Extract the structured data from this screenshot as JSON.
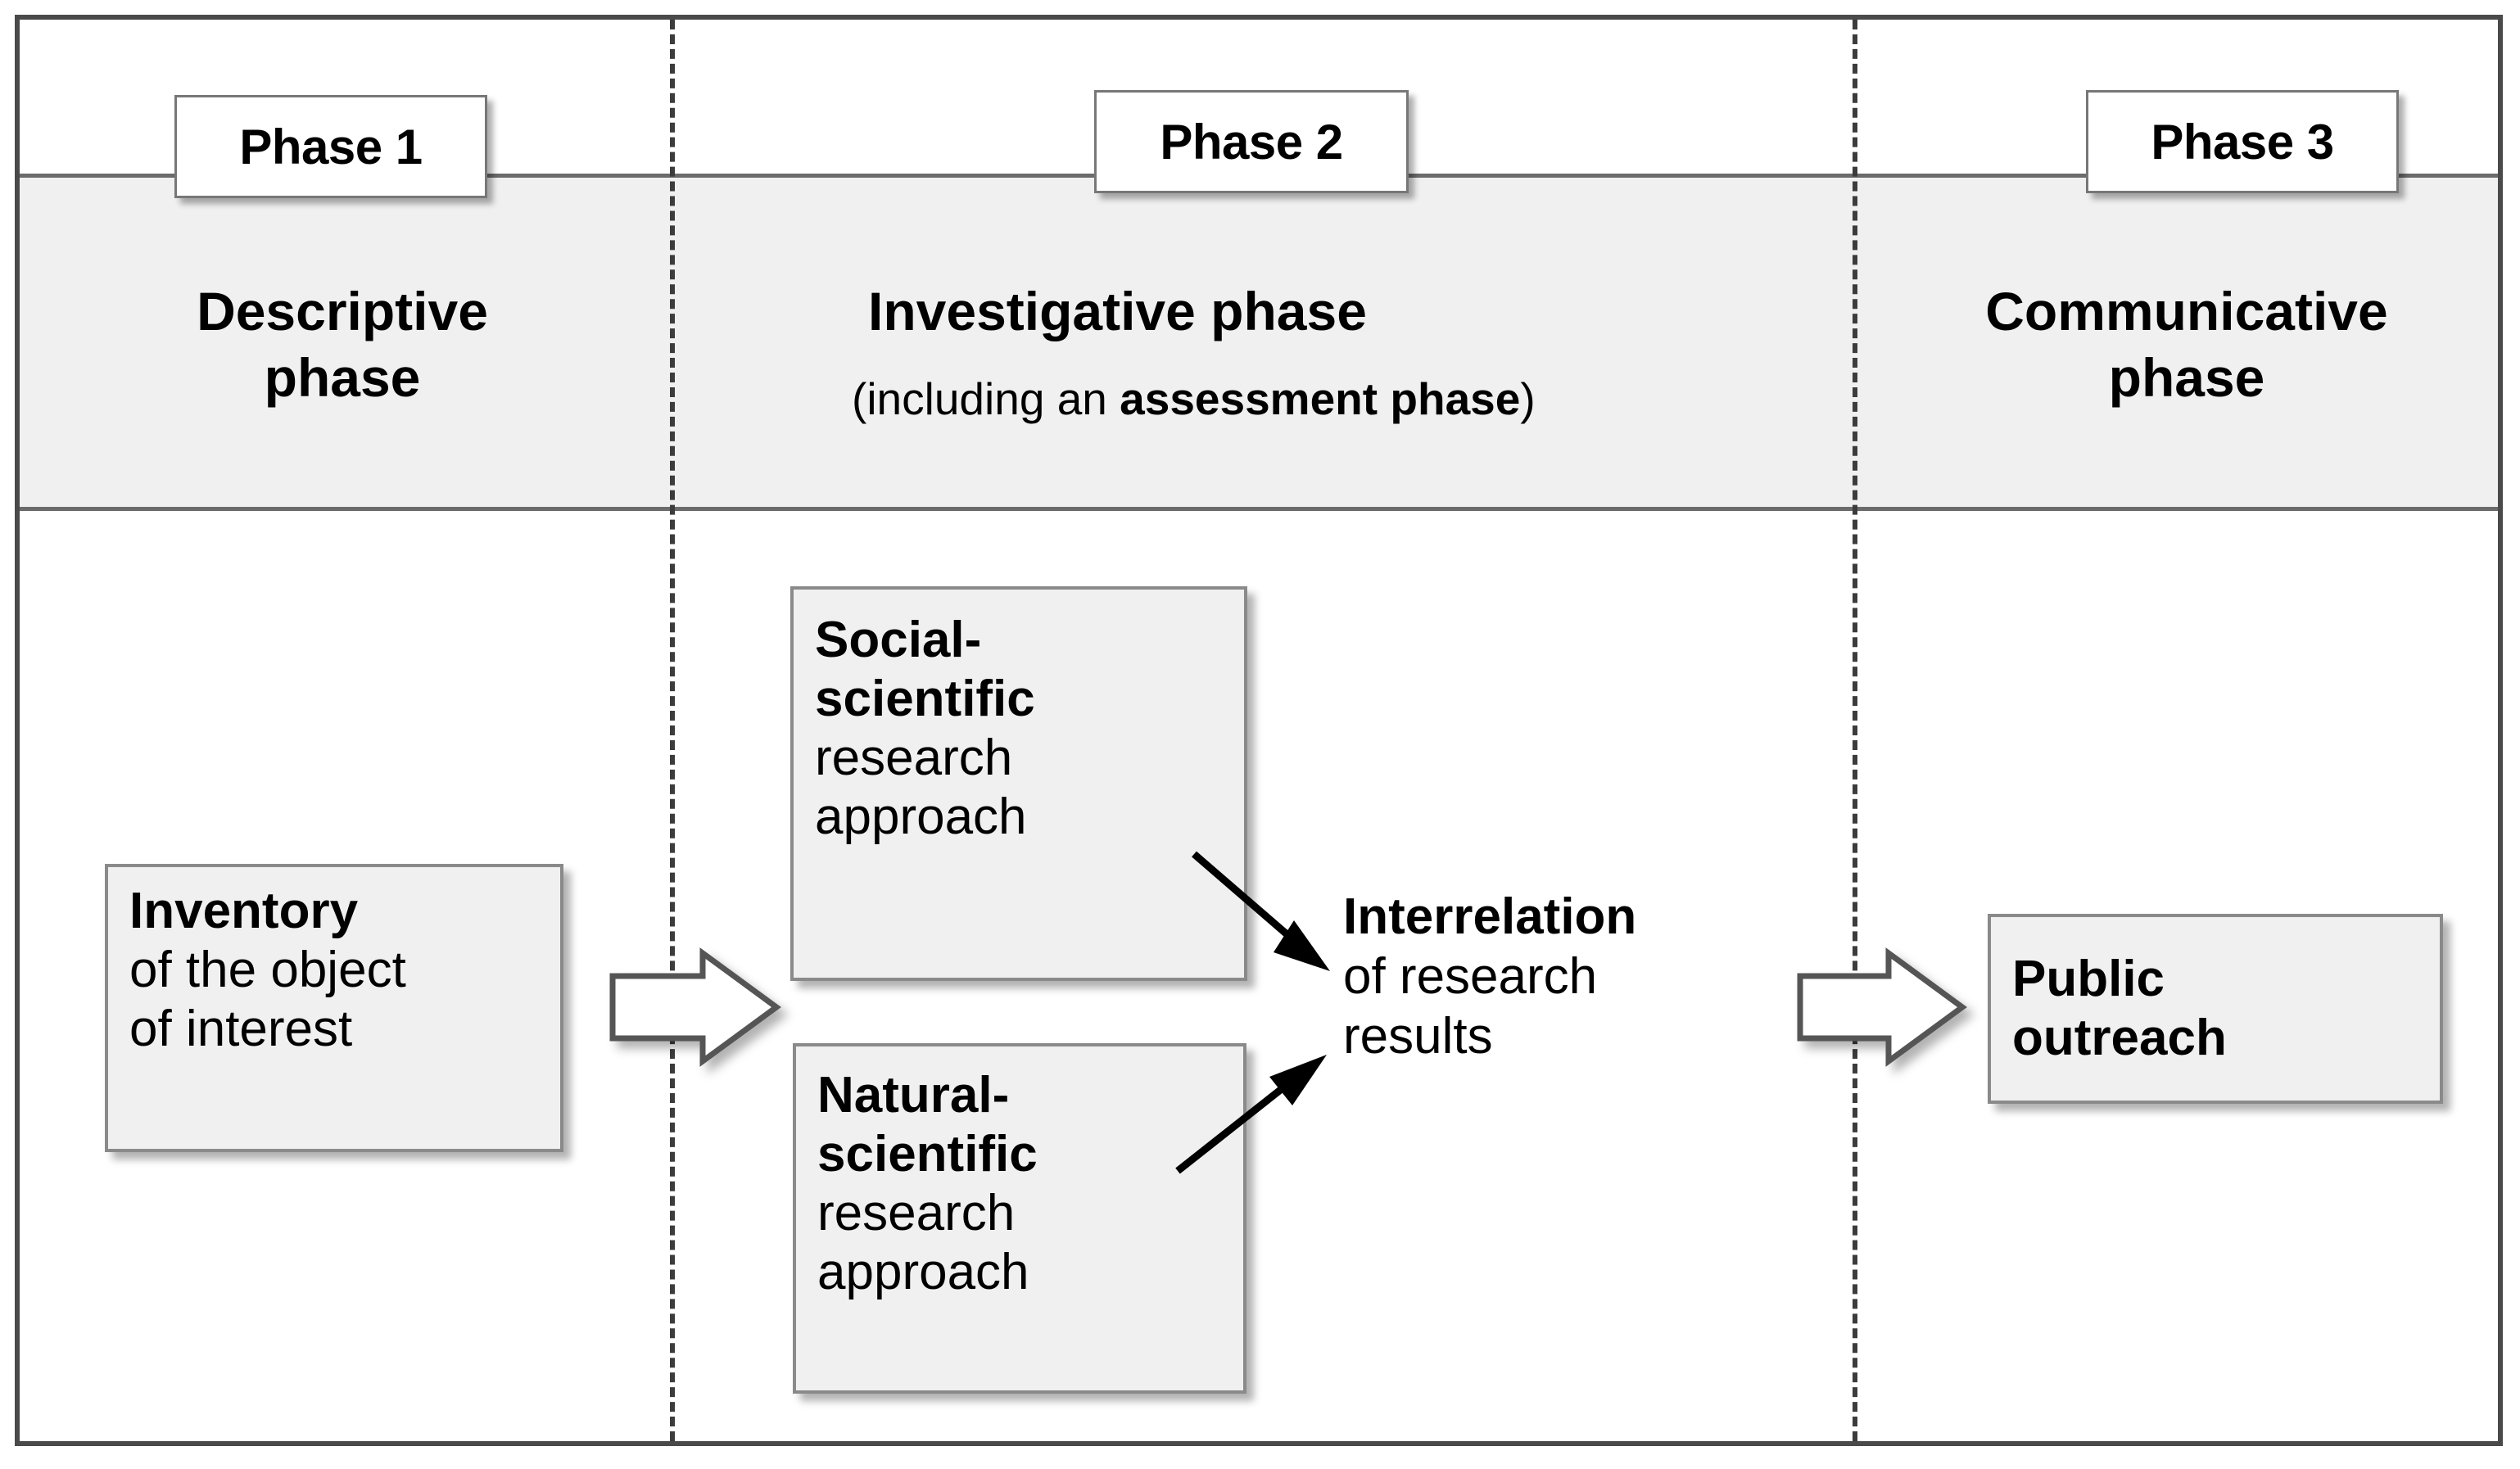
{
  "diagram": {
    "title": "Three-phase research process diagram",
    "colors": {
      "frame_border": "#4a4a4a",
      "band_background": "#f0f0f0",
      "band_rule": "#6b6b6b",
      "box_background": "#f0f0f0",
      "box_border": "#8a8a8a",
      "divider_dashed": "#3c3c3c",
      "text": "#000000",
      "tab_background": "#ffffff"
    },
    "phase_tabs": [
      {
        "id": "phase-1",
        "label": "Phase 1"
      },
      {
        "id": "phase-2",
        "label": "Phase 2"
      },
      {
        "id": "phase-3",
        "label": "Phase 3"
      }
    ],
    "phase_names": [
      {
        "id": "descriptive",
        "line1": "Descriptive",
        "line2": "phase"
      },
      {
        "id": "investigative",
        "line1": "Investigative phase",
        "line2": ""
      },
      {
        "id": "communicative",
        "line1": "Communicative",
        "line2": "phase"
      }
    ],
    "phase2_subnote": {
      "prefix": "(including an ",
      "emphasis": "assessment phase",
      "suffix": ")"
    },
    "nodes": [
      {
        "id": "inventory",
        "bold_line": "Inventory",
        "regular_lines": [
          "of the object",
          "of interest"
        ],
        "boxed": true
      },
      {
        "id": "social-scientific",
        "bold_lines": [
          "Social-",
          "scientific"
        ],
        "regular_lines": [
          "research",
          "approach"
        ],
        "boxed": true
      },
      {
        "id": "natural-scientific",
        "bold_lines": [
          "Natural-",
          "scientific"
        ],
        "regular_lines": [
          "research",
          "approach"
        ],
        "boxed": true
      },
      {
        "id": "interrelation",
        "bold_line": "Interrelation",
        "regular_lines": [
          "of research",
          "results"
        ],
        "boxed": false
      },
      {
        "id": "public-outreach",
        "bold_lines": [
          "Public",
          "outreach"
        ],
        "boxed": true
      }
    ],
    "connectors": [
      {
        "id": "inventory-to-phase2",
        "type": "block-arrow",
        "direction": "right"
      },
      {
        "id": "social-to-interrelation",
        "type": "line-arrow",
        "direction": "down-right"
      },
      {
        "id": "natural-to-interrelation",
        "type": "line-arrow",
        "direction": "up-right"
      },
      {
        "id": "interrelation-to-outreach",
        "type": "block-arrow",
        "direction": "right"
      }
    ]
  }
}
